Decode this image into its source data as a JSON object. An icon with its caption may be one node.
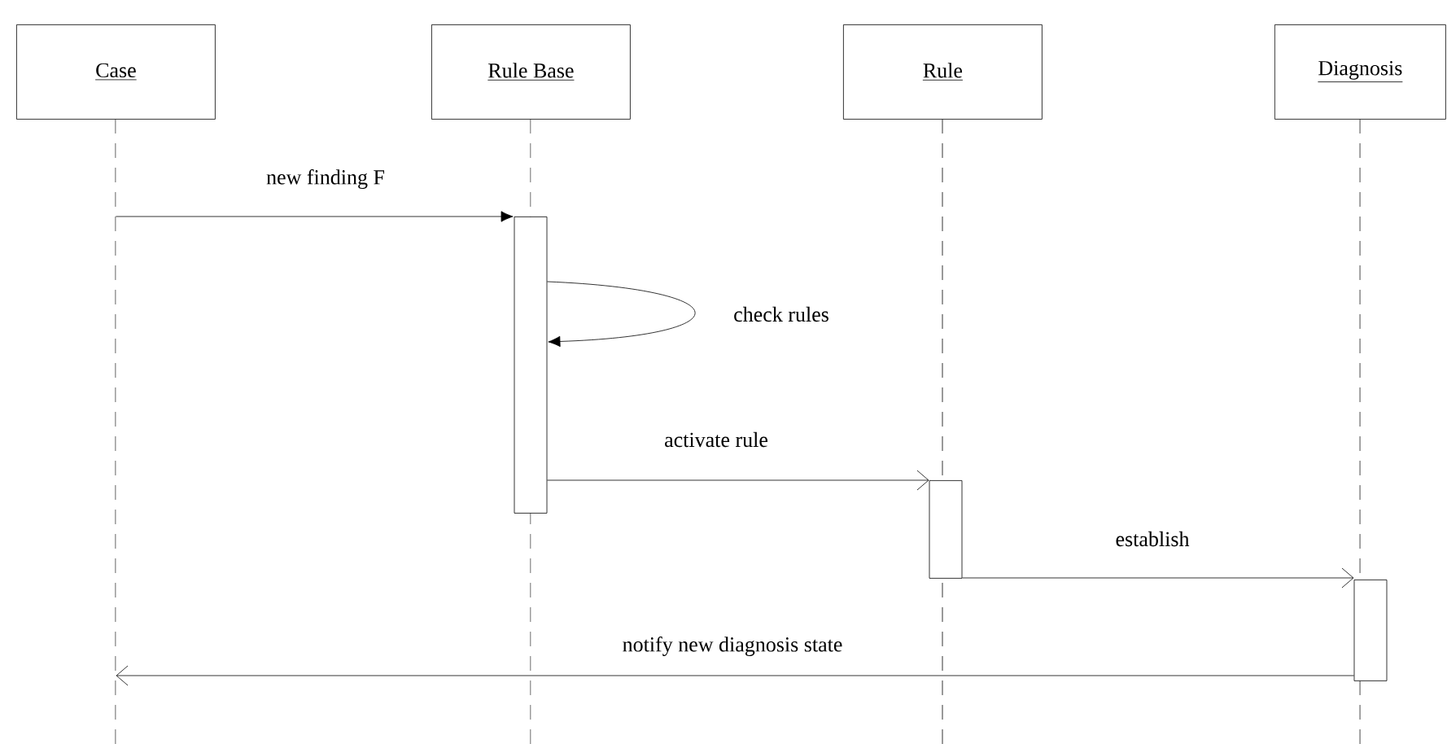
{
  "diagram": {
    "nodes": [
      {
        "text": [
          "Case"
        ]
      },
      {
        "text": [
          "Rule Base"
        ]
      },
      {
        "text": [
          "Rule"
        ]
      },
      {
        "text": [
          "Diagnosis"
        ]
      },
      {
        "text": [],
        "shape": "bar"
      },
      {
        "text": [],
        "shape": "bar"
      },
      {
        "text": [],
        "shape": "bar"
      }
    ],
    "edges": [
      {
        "from": 0,
        "to": 4,
        "arrow": "to",
        "label": "new finding F"
      },
      {
        "from": 4,
        "to": 4,
        "arrow": "to",
        "label": "check rules"
      },
      {
        "from": 4,
        "to": 5,
        "arrow": "to",
        "label": "activate rule"
      },
      {
        "from": 5,
        "to": 6,
        "arrow": "to",
        "label": "establish"
      },
      {
        "from": 6,
        "to": 0,
        "arrow": "to",
        "label": "notify new diagnosis state"
      }
    ]
  }
}
